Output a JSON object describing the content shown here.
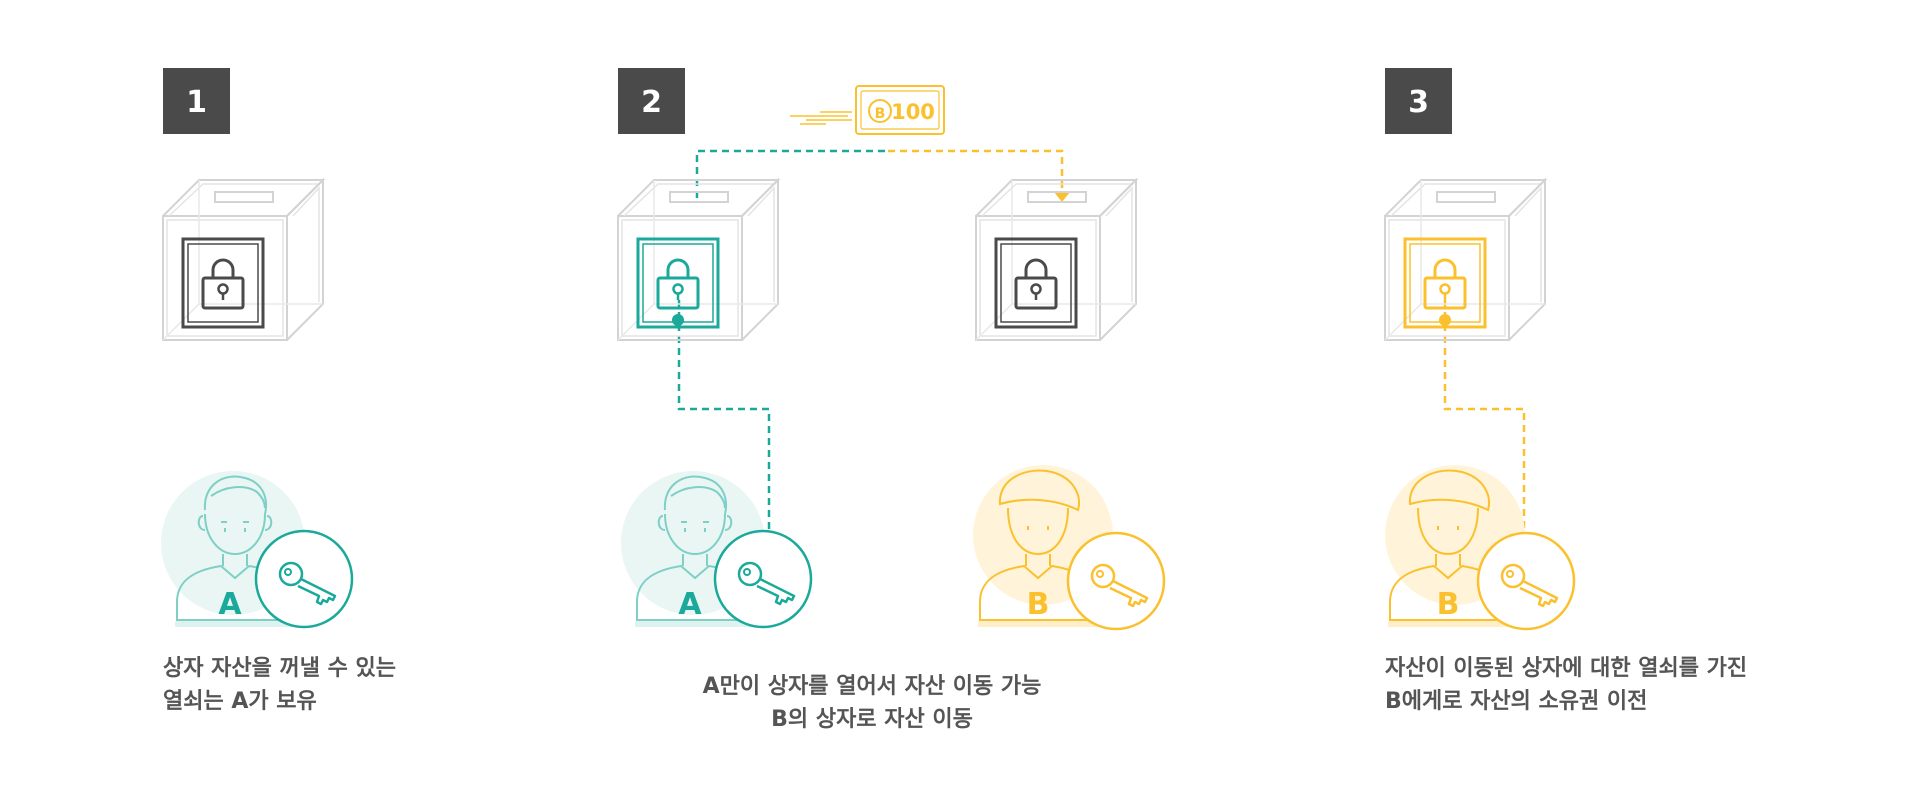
{
  "steps": [
    {
      "number": "1",
      "caption_lines": [
        "상자 자산을 꺼낼 수 있는",
        "열쇠는 A가 보유"
      ],
      "person": "A"
    },
    {
      "number": "2",
      "caption_lines": [
        "A만이 상자를 열어서 자산 이동 가능",
        "B의 상자로 자산 이동"
      ],
      "person_left": "A",
      "person_right": "B",
      "coin": {
        "symbol": "B",
        "amount": "100"
      }
    },
    {
      "number": "3",
      "caption_lines": [
        "자산이 이동된 상자에 대한 열쇠를 가진",
        "B에게로 자산의 소유권 이전"
      ],
      "person": "B"
    }
  ],
  "colors": {
    "teal": "#1aa99a",
    "teal_light": "#e9f6f4",
    "yellow": "#fbc02d",
    "yellow_light": "#fff4d9",
    "dark": "#4a4a4a",
    "box_outline": "#d3d3d3",
    "caption_text": "#555555"
  },
  "icons": [
    "lock-icon",
    "key-icon",
    "person-icon",
    "bitcoin-coin-icon"
  ]
}
